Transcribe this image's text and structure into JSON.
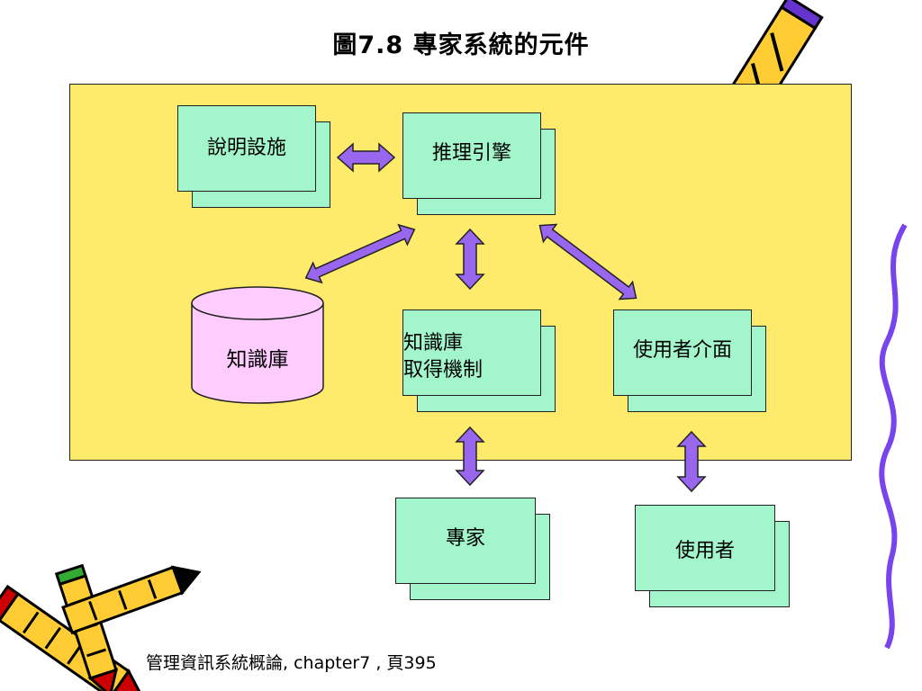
{
  "title": "圖7.8 專家系統的元件",
  "nodes": {
    "explanation": "說明設施",
    "inference_engine": "推理引擎",
    "knowledge_base": "知識庫",
    "acquisition_line1": "知識庫",
    "acquisition_line2": "取得機制",
    "user_interface": "使用者介面",
    "expert": "專家",
    "user": "使用者"
  },
  "caption": "管理資訊系統概論, chapter7 , 頁395",
  "colors": {
    "panel": "#ffeb6b",
    "card": "#a3f5cc",
    "cylinder": "#ffccff",
    "arrow": "#9966ee"
  }
}
